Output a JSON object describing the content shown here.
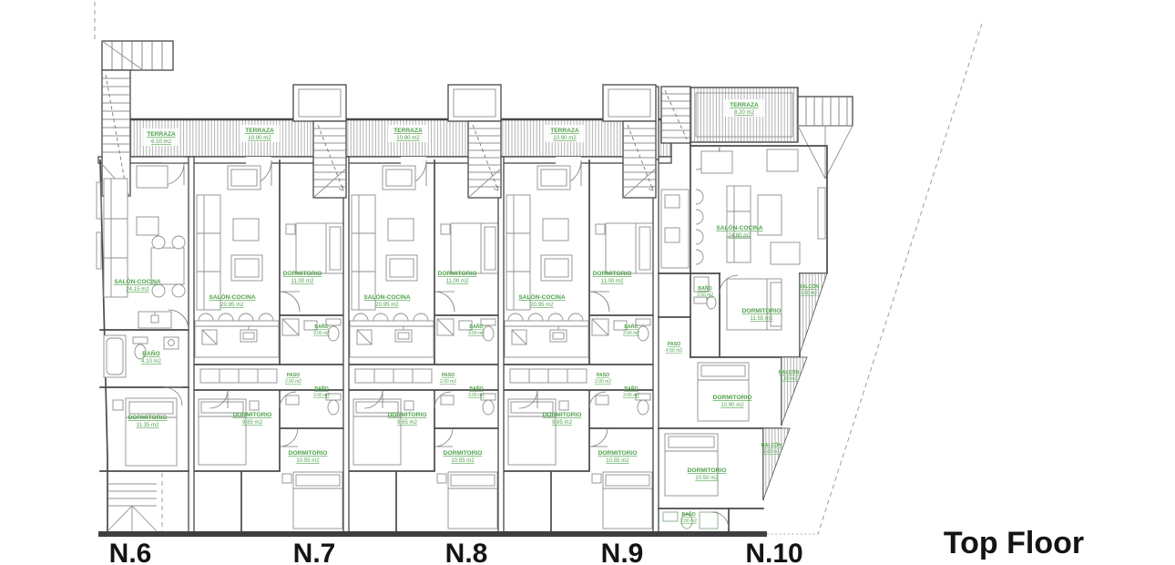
{
  "floor_label": "Top Floor",
  "colors": {
    "label_green": "#4fa24a",
    "wall_dark": "#474747"
  },
  "units": [
    {
      "name": "N.6",
      "rooms": {
        "terraza": {
          "label": "TERRAZA",
          "area": "6.10 m2"
        },
        "salon": {
          "label": "SALÓN-COCINA",
          "area": "24.15 m2"
        },
        "bano": {
          "label": "BAÑO",
          "area": "4.10 m2"
        },
        "dorm1": {
          "label": "DORMITORIO",
          "area": "11.35 m2"
        }
      }
    },
    {
      "name": "N.7",
      "rooms": {
        "terraza": {
          "label": "TERRAZA",
          "area": "10.90 m2"
        },
        "salon": {
          "label": "SALÓN-COCINA",
          "area": "20.95 m2"
        },
        "dorm1": {
          "label": "DORMITORIO",
          "area": "11.00 m2"
        },
        "bano1": {
          "label": "BAÑO",
          "area": "3.00 m2"
        },
        "paso": {
          "label": "PASO",
          "area": "2.00 m2"
        },
        "bano2": {
          "label": "BAÑO",
          "area": "3.00 m2"
        },
        "dorm2": {
          "label": "DORMITORIO",
          "area": "9.85 m2"
        },
        "dorm3": {
          "label": "DORMITORIO",
          "area": "10.55 m2"
        }
      }
    },
    {
      "name": "N.8",
      "rooms": {
        "terraza": {
          "label": "TERRAZA",
          "area": "10.90 m2"
        },
        "salon": {
          "label": "SALÓN-COCINA",
          "area": "20.95 m2"
        },
        "dorm1": {
          "label": "DORMITORIO",
          "area": "11.00 m2"
        },
        "bano1": {
          "label": "BAÑO",
          "area": "3.00 m2"
        },
        "paso": {
          "label": "PASO",
          "area": "2.00 m2"
        },
        "bano2": {
          "label": "BAÑO",
          "area": "3.00 m2"
        },
        "dorm2": {
          "label": "DORMITORIO",
          "area": "9.85 m2"
        },
        "dorm3": {
          "label": "DORMITORIO",
          "area": "10.55 m2"
        }
      }
    },
    {
      "name": "N.9",
      "rooms": {
        "terraza": {
          "label": "TERRAZA",
          "area": "10.90 m2"
        },
        "salon": {
          "label": "SALÓN-COCINA",
          "area": "20.95 m2"
        },
        "dorm1": {
          "label": "DORMITORIO",
          "area": "11.00 m2"
        },
        "bano1": {
          "label": "BAÑO",
          "area": "3.00 m2"
        },
        "paso": {
          "label": "PASO",
          "area": "2.00 m2"
        },
        "bano2": {
          "label": "BAÑO",
          "area": "3.00 m2"
        },
        "dorm2": {
          "label": "DORMITORIO",
          "area": "9.85 m2"
        },
        "dorm3": {
          "label": "DORMITORIO",
          "area": "10.55 m2"
        }
      }
    },
    {
      "name": "N.10",
      "rooms": {
        "terraza": {
          "label": "TERRAZA",
          "area": "8.20 m2"
        },
        "salon": {
          "label": "SALÓN-COCINA",
          "area": "24.80 m2"
        },
        "bano1": {
          "label": "BAÑO",
          "area": "3.50 m2"
        },
        "dorm1": {
          "label": "DORMITORIO",
          "area": "11.55 m2"
        },
        "paso": {
          "label": "PASO",
          "area": "4.50 m2"
        },
        "dorm2": {
          "label": "DORMITORIO",
          "area": "10.90 m2"
        },
        "dorm3": {
          "label": "DORMITORIO",
          "area": "10.50 m2"
        },
        "bano2": {
          "label": "BAÑO",
          "area": "2.50 m2"
        },
        "balcon1": {
          "label": "BALCÓN",
          "area": "1.60 m2"
        },
        "balcon2": {
          "label": "BALCÓN",
          "area": "1.60 m2"
        },
        "balcon3": {
          "label": "BALCÓN",
          "area": "1.60 m2"
        }
      }
    }
  ]
}
